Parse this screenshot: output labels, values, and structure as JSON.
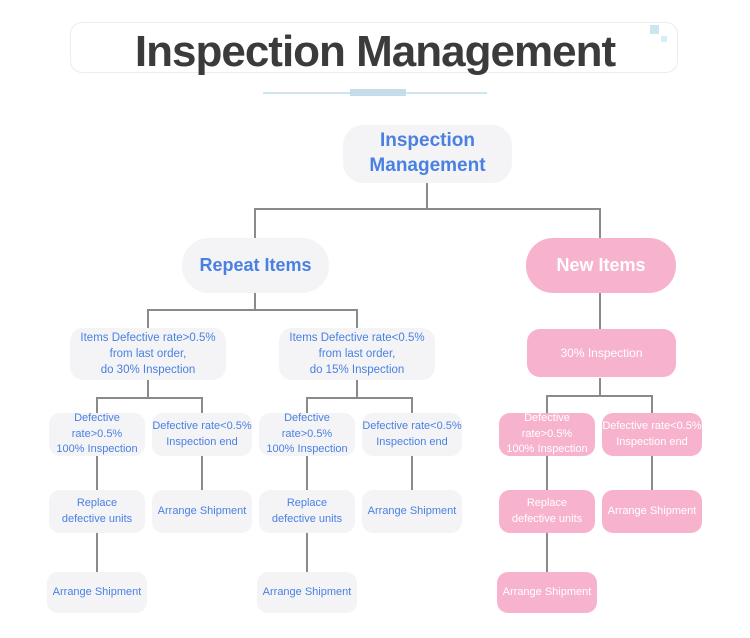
{
  "colors": {
    "accent_blue": "#4a80e2",
    "pink": "#f7b3cd",
    "node_gray": "#f4f4f6",
    "connector_gray": "#8a8a8a",
    "title_dark": "#3b3b3b",
    "underline_blue": "#cfe3f0",
    "decor_square_blue": "#cde4f1"
  },
  "header": {
    "title": "Inspection Management"
  },
  "nodes": {
    "root": {
      "line1": "Inspection",
      "line2": "Management"
    },
    "repeat_items": {
      "label": "Repeat Items"
    },
    "new_items": {
      "label": "New Items"
    },
    "repeat_high": {
      "line1": "Items Defective rate>0.5%",
      "line2": "from last order,",
      "line3": "do 30% Inspection"
    },
    "repeat_low": {
      "line1": "Items Defective rate<0.5%",
      "line2": "from last order,",
      "line3": "do 15% Inspection"
    },
    "new_inspection": {
      "label": "30% Inspection"
    },
    "defect_high": {
      "line1": "Defective rate>0.5%",
      "line2": "100% Inspection"
    },
    "defect_low": {
      "line1": "Defective rate<0.5%",
      "line2": "Inspection end"
    },
    "replace": {
      "line1": "Replace",
      "line2": "defective units"
    },
    "arrange": {
      "label": "Arrange Shipment"
    }
  }
}
